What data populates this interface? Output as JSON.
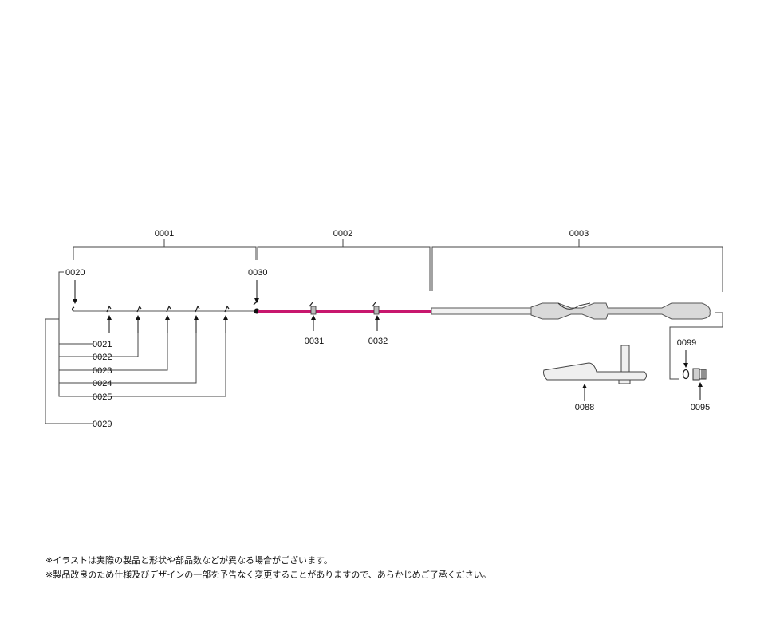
{
  "parts": {
    "p0001": "0001",
    "p0002": "0002",
    "p0003": "0003",
    "p0020": "0020",
    "p0030": "0030",
    "p0021": "0021",
    "p0022": "0022",
    "p0023": "0023",
    "p0024": "0024",
    "p0025": "0025",
    "p0029": "0029",
    "p0031": "0031",
    "p0032": "0032",
    "p0099": "0099",
    "p0095": "0095",
    "p0088": "0088"
  },
  "notes": {
    "line1": "※イラストは実際の製品と形状や部品数などが異なる場合がございます。",
    "line2": "※製品改良のため仕様及びデザインの一部を予告なく変更することがありますので、あらかじめご了承ください。"
  },
  "colors": {
    "line": "#444444",
    "mid_section": "#c8176e",
    "butt_fill": "#f2f2f2",
    "grip_fill": "#d9d9d9"
  }
}
